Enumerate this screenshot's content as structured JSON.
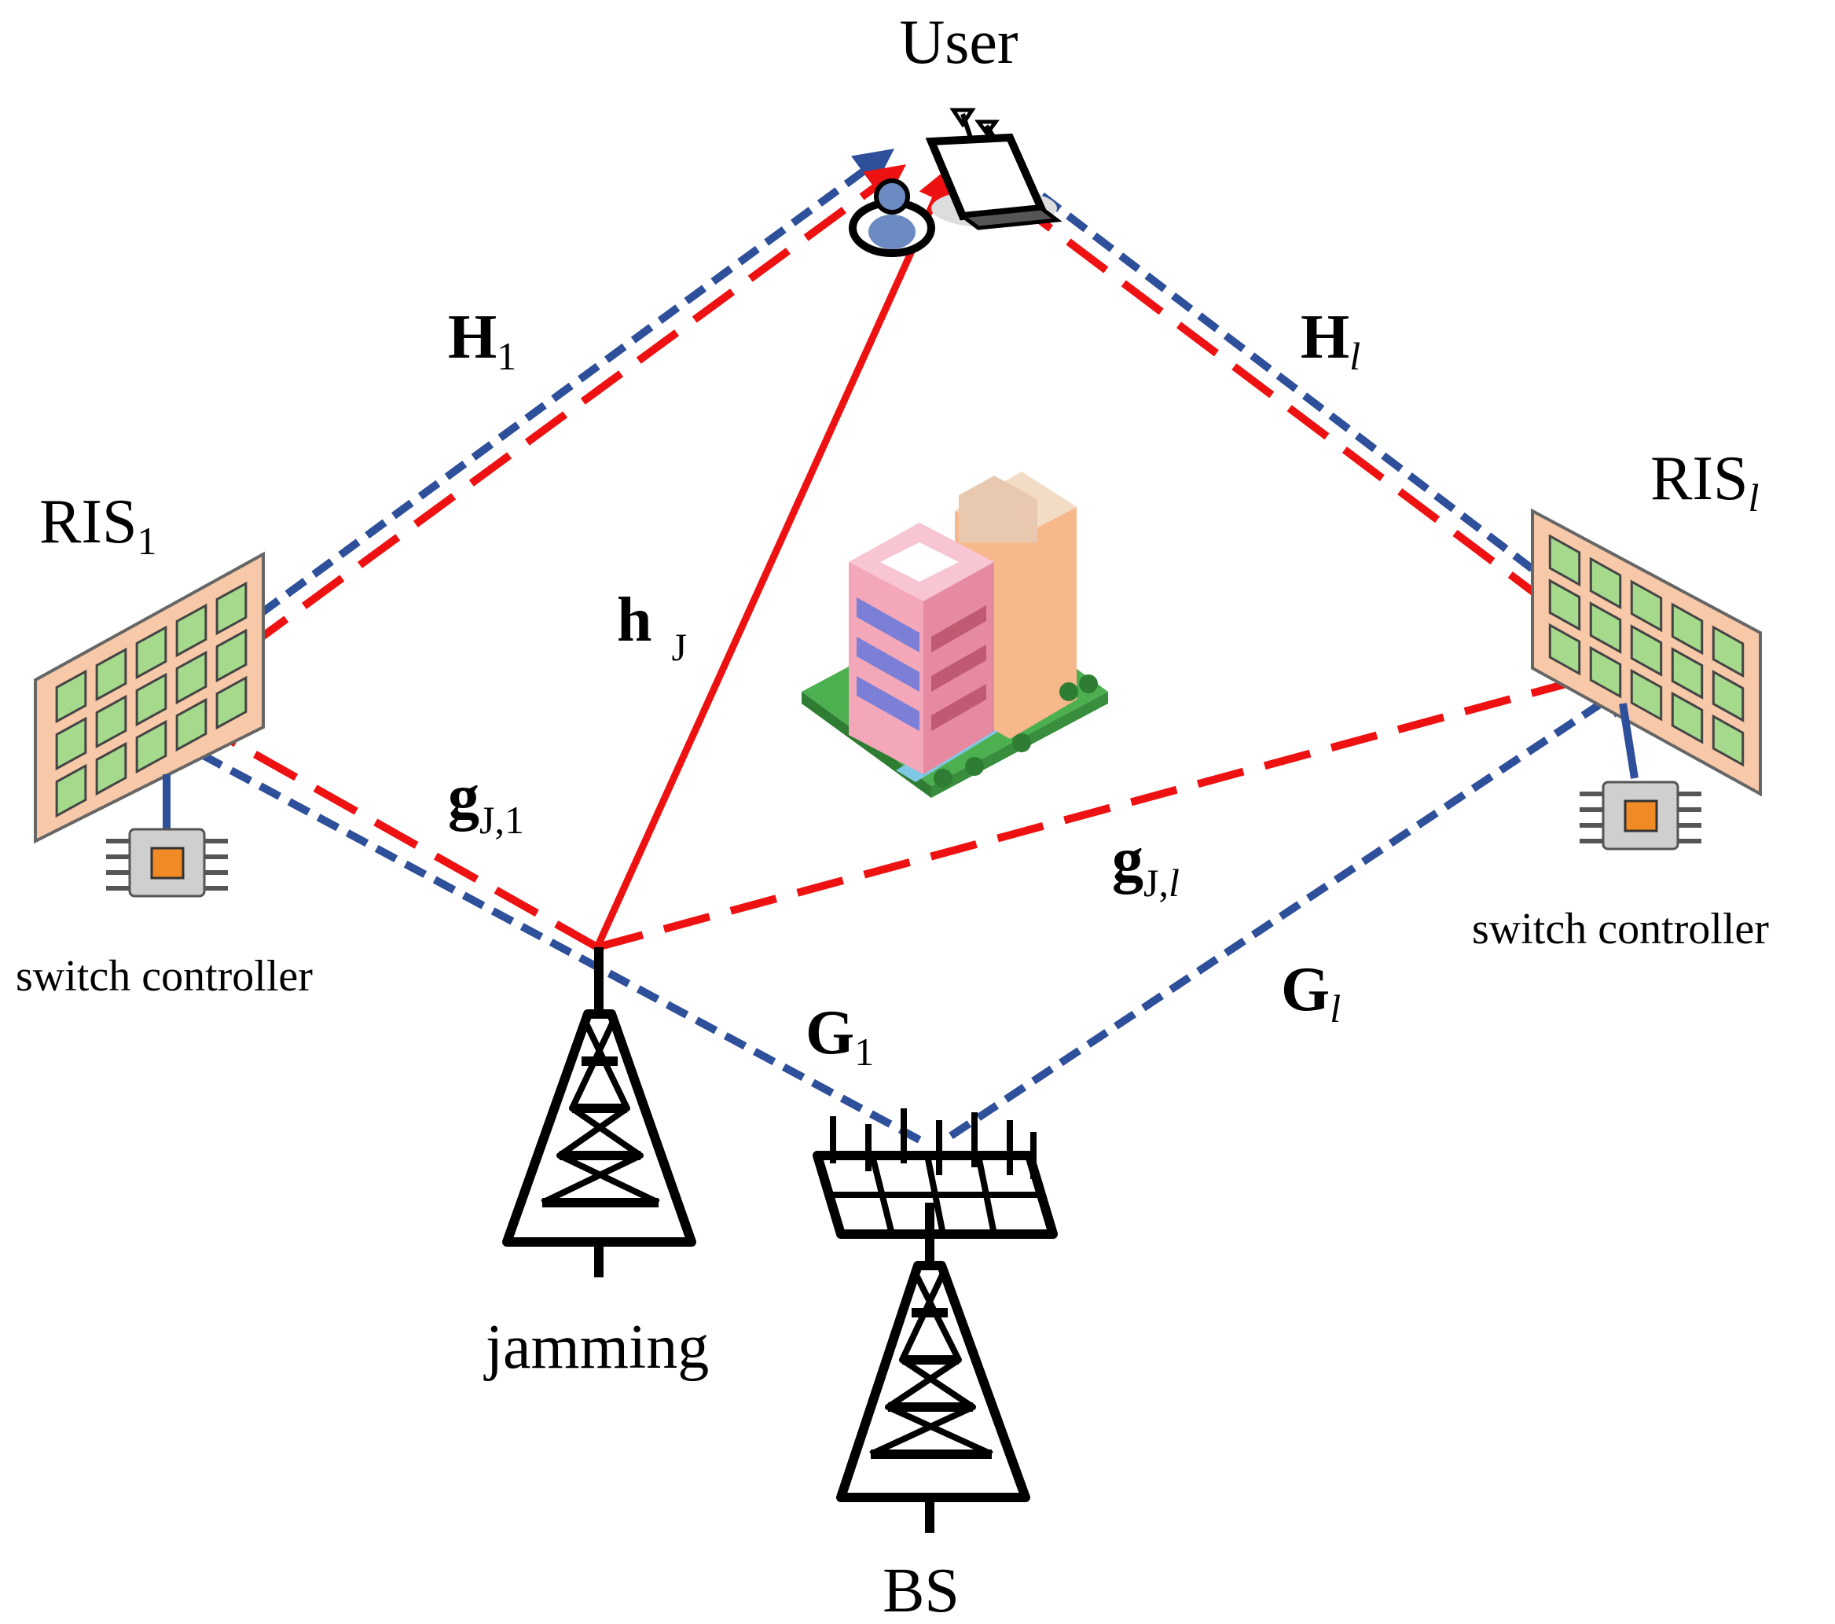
{
  "nodes": {
    "user": "User",
    "jamming": "jamming",
    "bs": "BS",
    "ris_1": {
      "base": "RIS",
      "sub": "1"
    },
    "ris_l": {
      "base": "RIS",
      "sub": "l"
    },
    "switch_controller_left": "switch controller",
    "switch_controller_right": "switch controller"
  },
  "channels": {
    "H1": {
      "sym": "H",
      "sub": "1"
    },
    "Hl": {
      "sym": "H",
      "sub": "l"
    },
    "hJ": {
      "sym": "h",
      "sub": "J"
    },
    "gJ1": {
      "sym": "g",
      "sub": "J,1"
    },
    "gJl": {
      "sym": "g",
      "sub_a": "J,",
      "sub_b": "l"
    },
    "G1": {
      "sym": "G",
      "sub": "1"
    },
    "Gl": {
      "sym": "G",
      "sub": "l"
    }
  },
  "colors": {
    "jamming_signal": "#ee1111",
    "legit_signal": "#2e4f9a",
    "ris_panel": "#f7c9a8",
    "ris_element": "#a5d98c",
    "chip_core": "#f08a24"
  },
  "icons": [
    "laptop-user-icon",
    "building-icon",
    "jamming-tower-icon",
    "bs-tower-icon",
    "ris-panel-icon",
    "chip-icon"
  ]
}
